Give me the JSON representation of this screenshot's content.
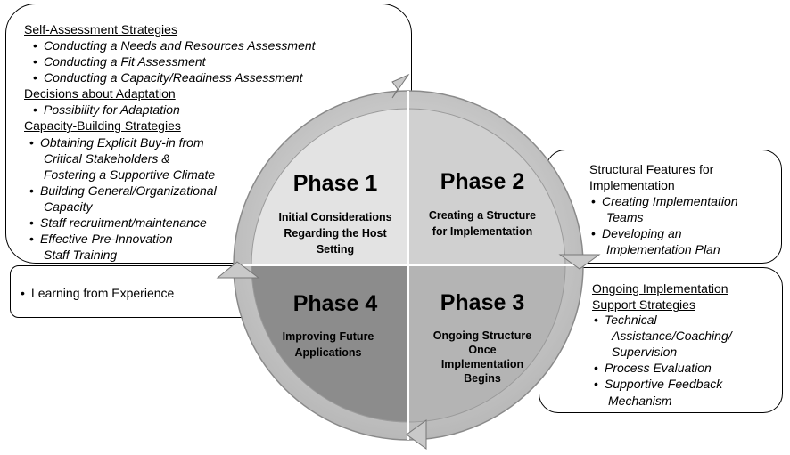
{
  "top_left": {
    "heading1": "Self-Assessment Strategies",
    "items1": [
      "Conducting a Needs and Resources Assessment",
      "Conducting a Fit Assessment",
      "Conducting a Capacity/Readiness Assessment"
    ],
    "heading2": "Decisions about Adaptation",
    "items2": [
      "Possibility for Adaptation"
    ],
    "heading3": "Capacity-Building Strategies",
    "items3": [
      [
        "Obtaining Explicit Buy-in from",
        "Critical Stakeholders &",
        "Fostering a Supportive Climate"
      ],
      [
        "Building General/Organizational",
        "Capacity"
      ],
      [
        "Staff recruitment/maintenance"
      ],
      [
        "Effective Pre-Innovation",
        "Staff Training"
      ]
    ]
  },
  "mid_left": {
    "item": "Learning from Experience"
  },
  "top_right": {
    "heading": [
      "Structural Features for",
      "Implementation"
    ],
    "items": [
      [
        "Creating Implementation",
        "Teams"
      ],
      [
        "Developing an",
        "Implementation Plan"
      ]
    ]
  },
  "bottom_right": {
    "heading": [
      "Ongoing Implementation",
      "Support Strategies"
    ],
    "items": [
      [
        "Technical",
        "Assistance/Coaching/",
        "Supervision"
      ],
      [
        "Process Evaluation"
      ],
      [
        "Supportive Feedback",
        "Mechanism"
      ]
    ]
  },
  "phases": [
    {
      "title": "Phase 1",
      "sub": [
        "Initial Considerations",
        "Regarding the Host",
        "Setting"
      ],
      "color": "#e3e3e3"
    },
    {
      "title": "Phase 2",
      "sub": [
        "Creating a Structure",
        "for Implementation"
      ],
      "color": "#d0d0d0"
    },
    {
      "title": "Phase 3",
      "sub": [
        "Ongoing Structure",
        "Once",
        "Implementation",
        "Begins"
      ],
      "color": "#b4b4b4"
    },
    {
      "title": "Phase 4",
      "sub": [
        "Improving Future",
        "Applications"
      ],
      "color": "#8c8c8c"
    }
  ],
  "colors": {
    "ring": "#c6c6c6",
    "ring_edge": "#8a8a8a",
    "arrow": "#bfbfbf"
  }
}
